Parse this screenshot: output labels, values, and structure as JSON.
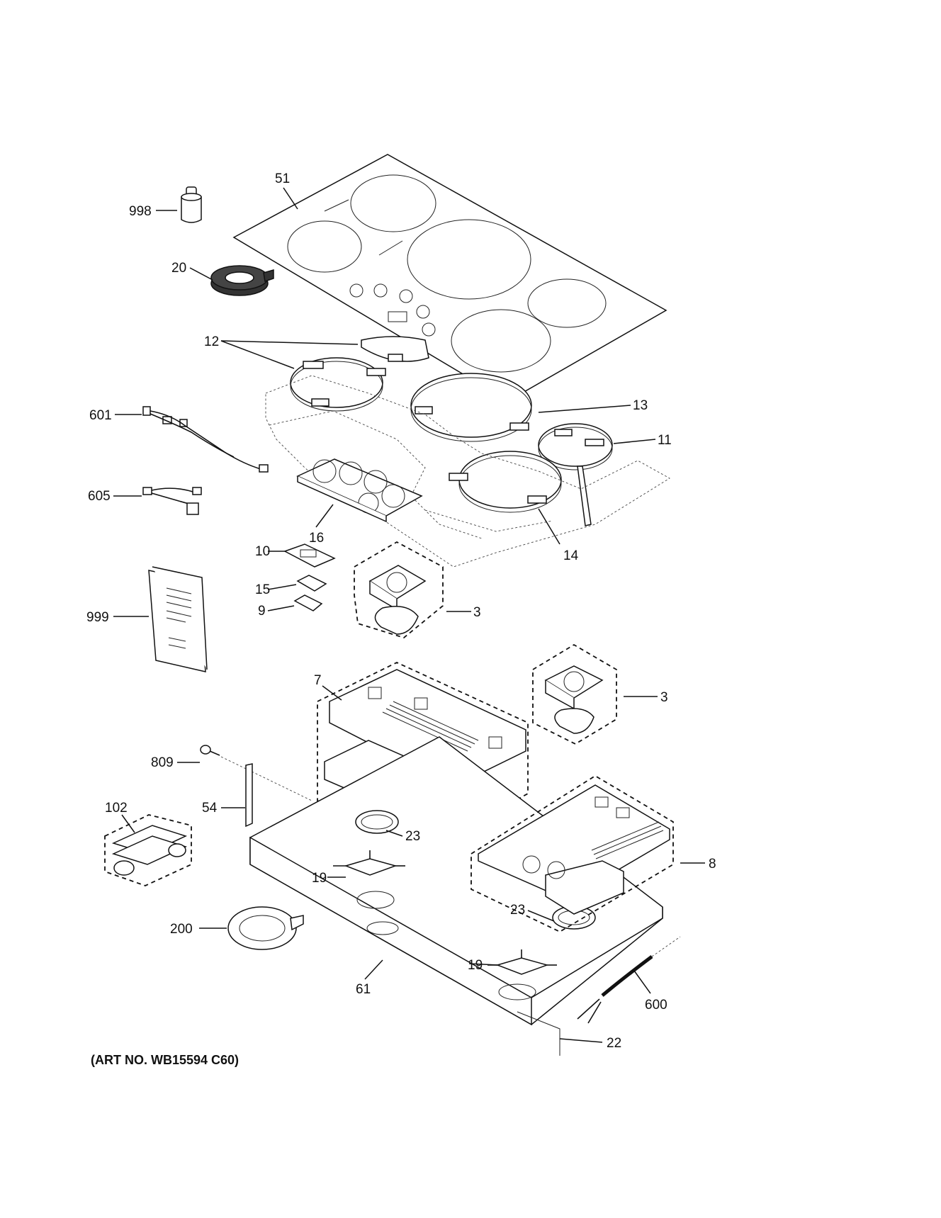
{
  "art_number": "(ART NO. WB15594 C60)",
  "callouts": {
    "c998": "998",
    "c51": "51",
    "c20": "20",
    "c12": "12",
    "c601": "601",
    "c13": "13",
    "c11": "11",
    "c605": "605",
    "c16": "16",
    "c14": "14",
    "c10": "10",
    "c15": "15",
    "c9": "9",
    "c3a": "3",
    "c999": "999",
    "c7": "7",
    "c3b": "3",
    "c809": "809",
    "c54": "54",
    "c102": "102",
    "c23a": "23",
    "c8": "8",
    "c19a": "19",
    "c23b": "23",
    "c200": "200",
    "c19b": "19",
    "c61": "61",
    "c600": "600",
    "c22": "22"
  }
}
